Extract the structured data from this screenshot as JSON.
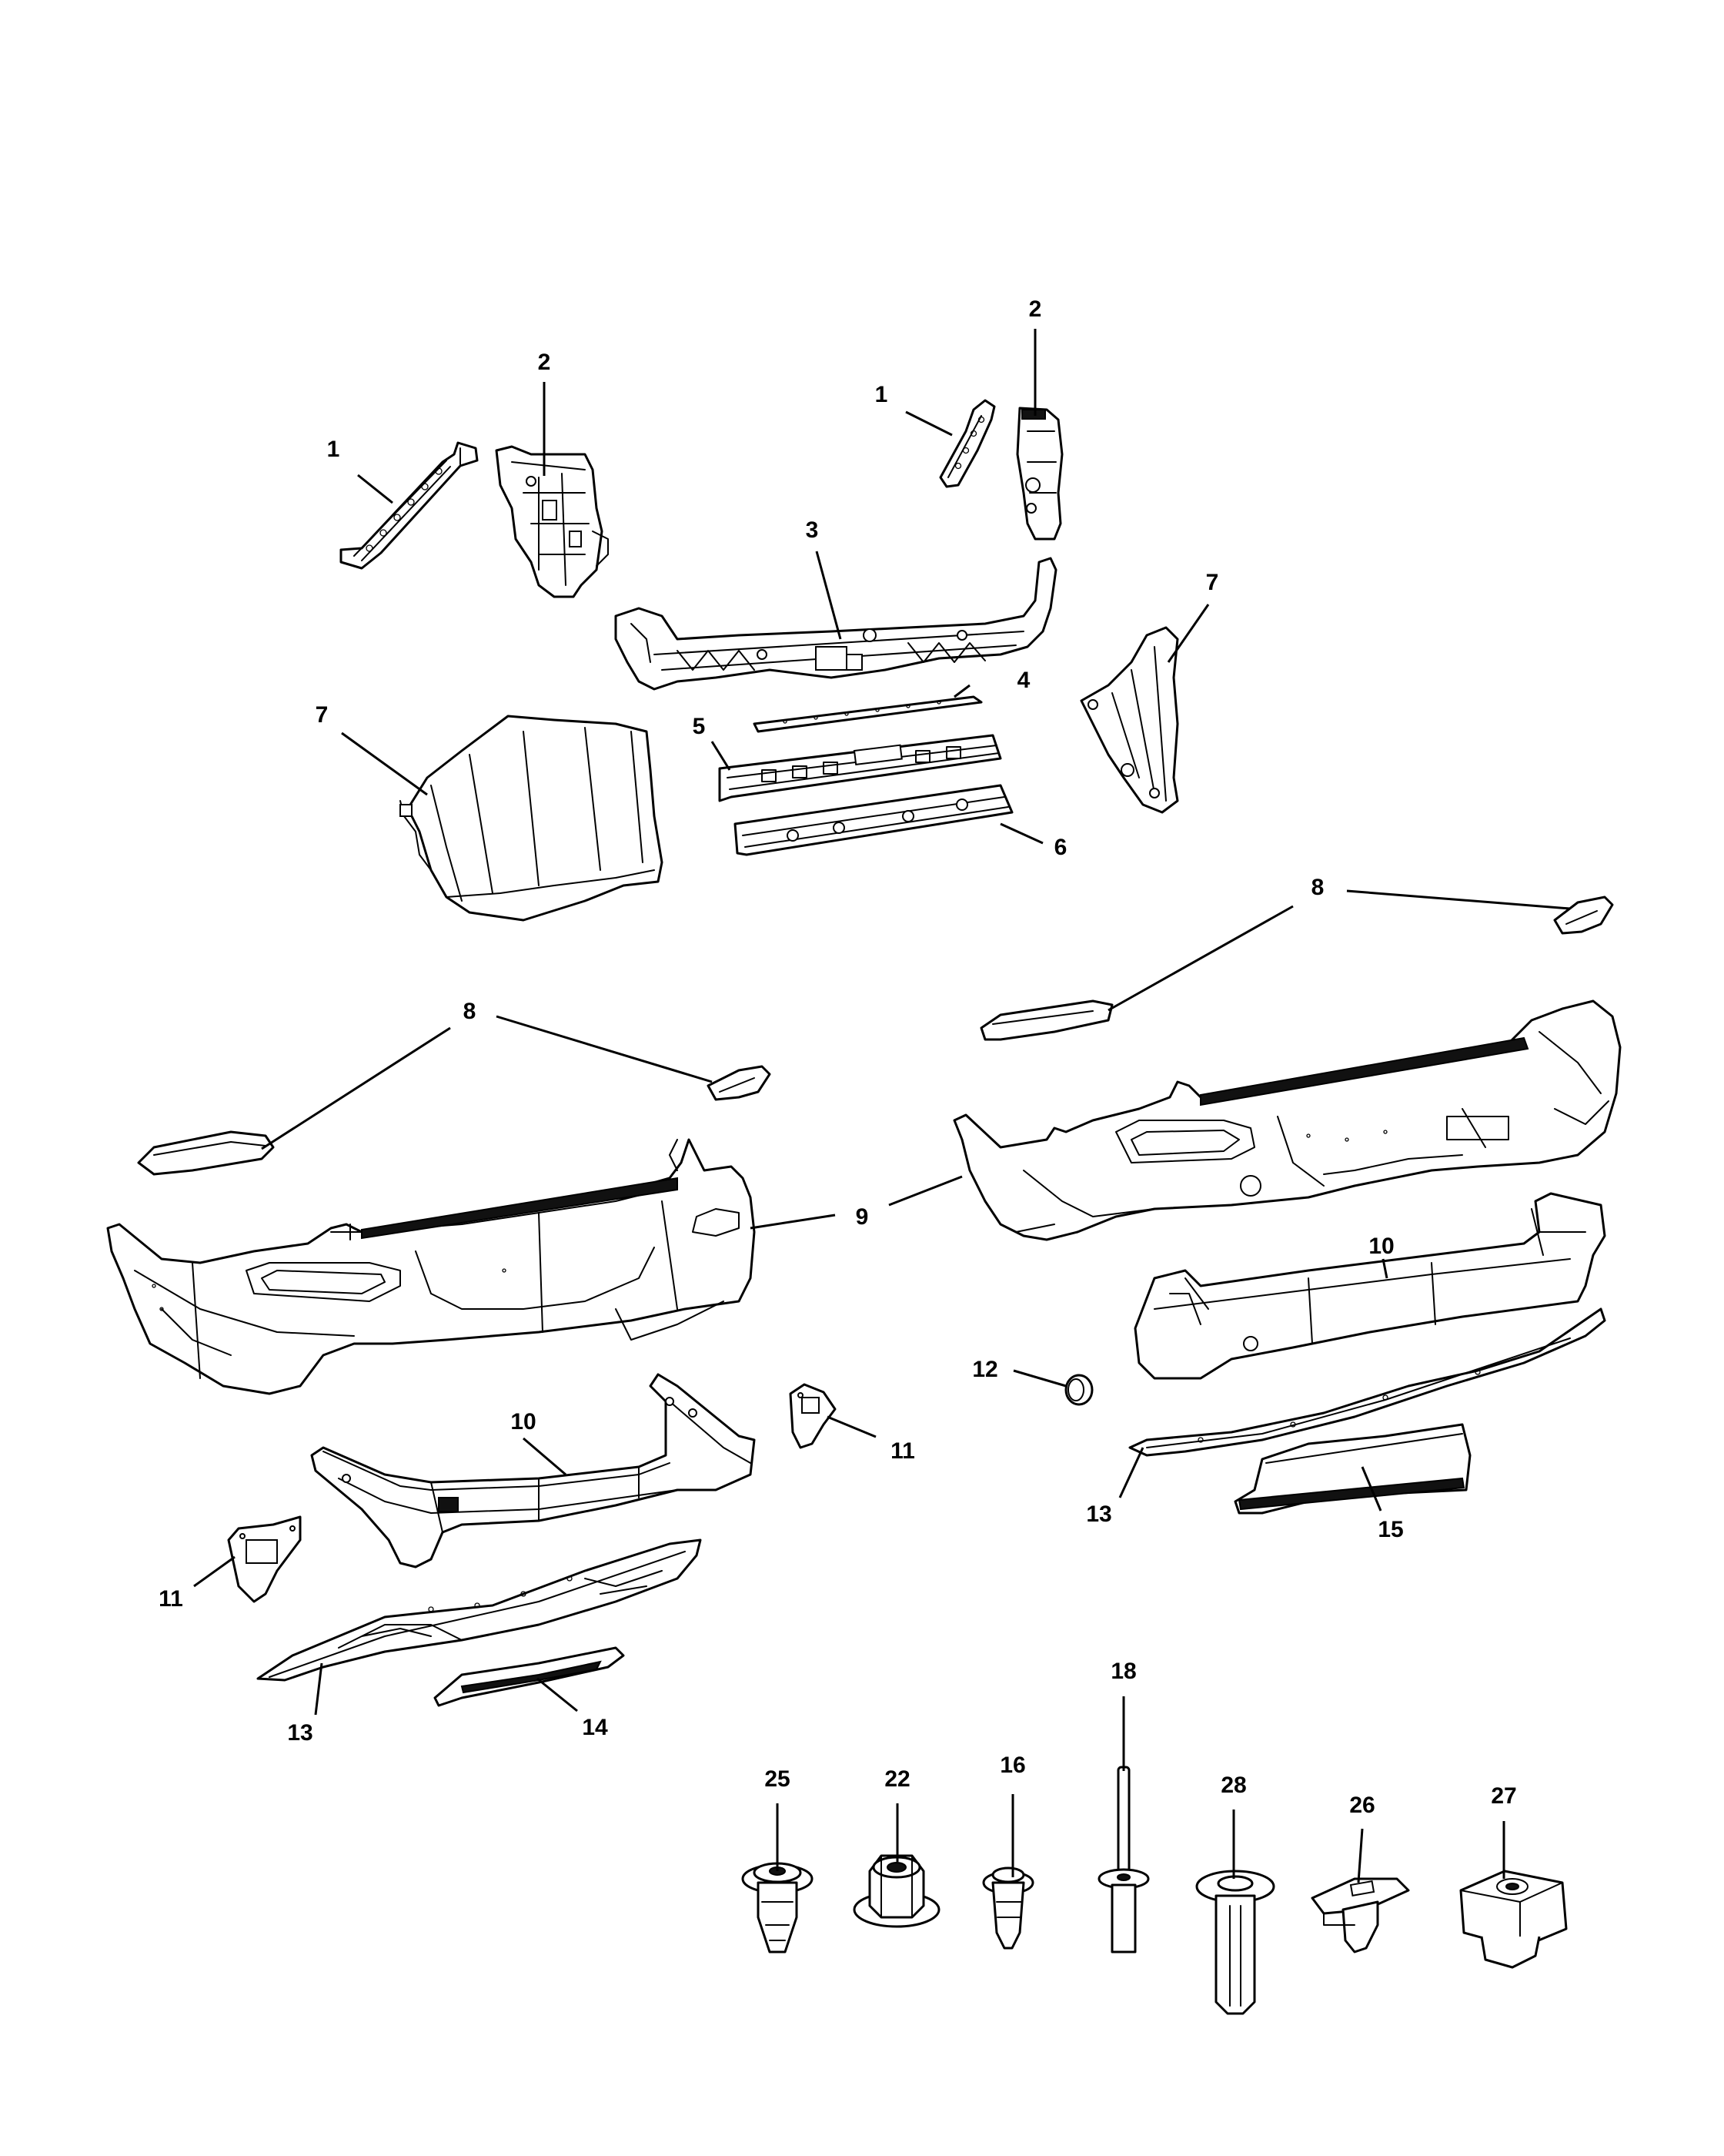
{
  "callouts": {
    "c1a": "1",
    "c1b": "1",
    "c2a": "2",
    "c2b": "2",
    "c3": "3",
    "c4": "4",
    "c5": "5",
    "c6": "6",
    "c7a": "7",
    "c7b": "7",
    "c8a": "8",
    "c8b": "8",
    "c9": "9",
    "c10a": "10",
    "c10b": "10",
    "c11a": "11",
    "c11b": "11",
    "c12": "12",
    "c13a": "13",
    "c13b": "13",
    "c14": "14",
    "c15": "15",
    "c16": "16",
    "c18": "18",
    "c22": "22",
    "c25": "25",
    "c26": "26",
    "c27": "27",
    "c28": "28"
  }
}
